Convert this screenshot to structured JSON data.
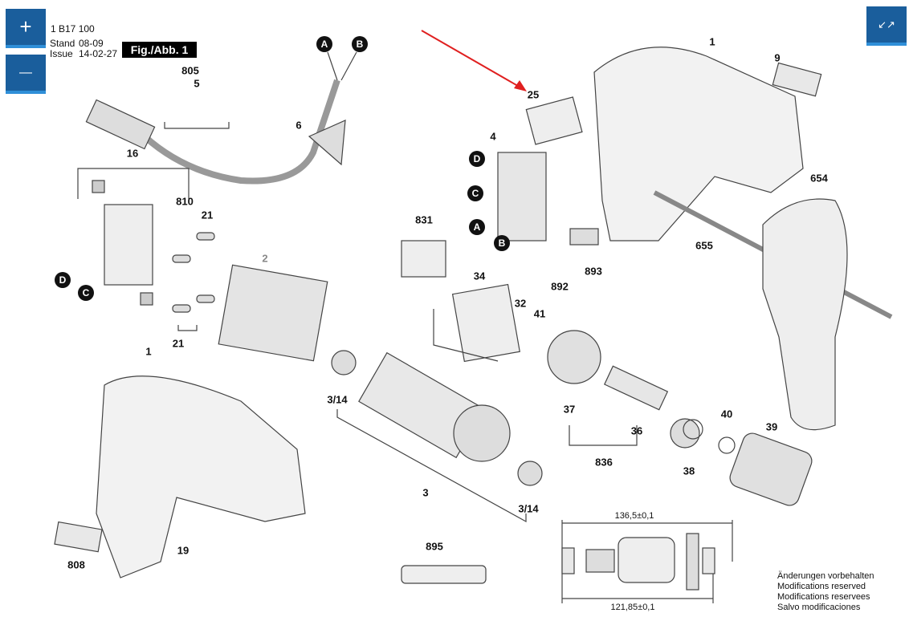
{
  "header": {
    "part_number": "1 B17 100",
    "stand_label": "Stand",
    "stand_value": "08-09",
    "issue_label": "Issue",
    "issue_value": "14-02-27",
    "figure_label": "Fig./Abb. 1"
  },
  "controls": {
    "zoom_in": "+",
    "zoom_out": "—",
    "collapse": "↙↗"
  },
  "callouts": {
    "c805": "805",
    "c5": "5",
    "c6": "6",
    "cA1": "A",
    "cB1": "B",
    "c16": "16",
    "c810": "810",
    "c21a": "21",
    "c21b": "21",
    "cD1": "D",
    "cC1": "C",
    "c2": "2",
    "c1a": "1",
    "c19": "19",
    "c808": "808",
    "c314a": "3/14",
    "c3": "3",
    "c314b": "3/14",
    "c895": "895",
    "c25": "25",
    "c4": "4",
    "cD2": "D",
    "cC2": "C",
    "cA2": "A",
    "cB2": "B",
    "c831": "831",
    "c892": "892",
    "c893": "893",
    "c34": "34",
    "c32": "32",
    "c41": "41",
    "c37": "37",
    "c36": "36",
    "c836": "836",
    "c38": "38",
    "c40": "40",
    "c39": "39",
    "c1b": "1",
    "c9": "9",
    "c654": "654",
    "c655": "655"
  },
  "dimensions": {
    "overall": "136,5±0,1",
    "inner": "121,85±0,1"
  },
  "notes": [
    "Änderungen vorbehalten",
    "Modifications reserved",
    "Modifications reservees",
    "Salvo modificaciones"
  ],
  "colors": {
    "button": "#1a5e9c",
    "arrow": "#e02020"
  }
}
